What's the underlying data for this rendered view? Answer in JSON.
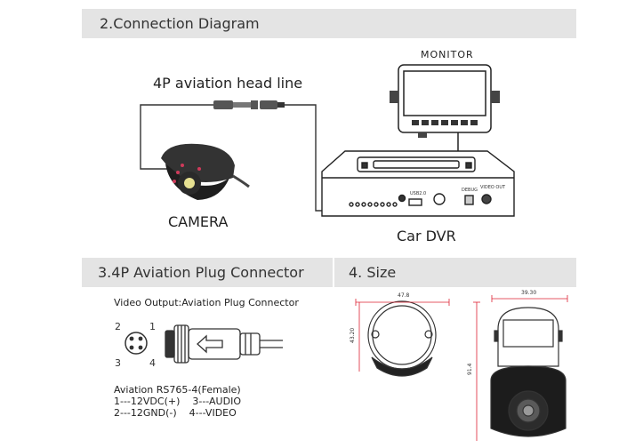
{
  "connection": {
    "header": "2.Connection Diagram",
    "aviation_line_label": "4P aviation head line",
    "monitor_label": "MONITOR",
    "camera_label": "CAMERA",
    "dvr_label": "Car DVR",
    "dvr_port_label": "USB2.0",
    "dvr_debug_label": "DEBUG",
    "dvr_video_out_label": "VIDEO OUT"
  },
  "plug": {
    "header": "3.4P  Aviation Plug Connector",
    "video_output": "Video Output:Aviation Plug Connector",
    "pin_numbers": [
      "2",
      "1",
      "3",
      "4"
    ],
    "model": "Aviation RS765-4(Female)",
    "pins_line1": "1---12VDC(+)    3---AUDIO",
    "pins_line2": "2---12GND(-)    4---VIDEO"
  },
  "size": {
    "header": "4.  Size",
    "top_width": "47.8",
    "top_height": "43.20",
    "side_width": "39.30",
    "side_height": "91.4"
  }
}
